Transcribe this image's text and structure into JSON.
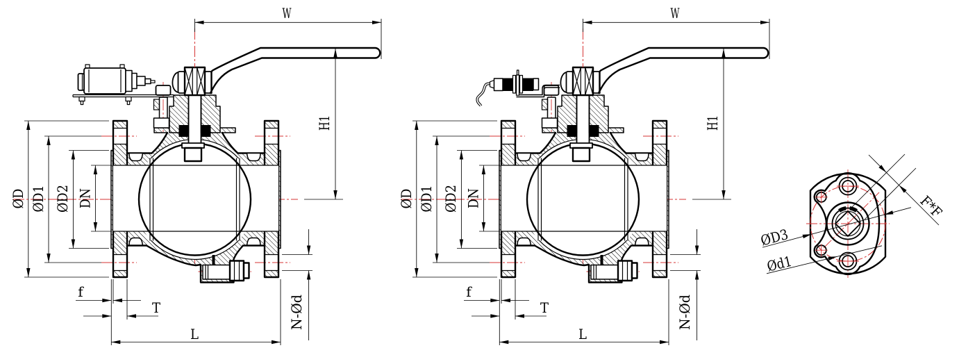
{
  "drawing": {
    "background": "#ffffff",
    "ink_color": "#000000",
    "centerline_color": "#d63333",
    "views": {
      "valve_left": {
        "description": "flanged ball valve side section with box limit switch",
        "labels": {
          "w": "W",
          "h1": "H1",
          "od": "ØD",
          "od1": "ØD1",
          "od2": "ØD2",
          "dn": "DN",
          "f": "f",
          "t": "T",
          "l": "L",
          "n_od": "N-Ød"
        }
      },
      "valve_right": {
        "description": "flanged ball valve side section with proximity sensor",
        "labels": {
          "w": "W",
          "h1": "H1",
          "od": "ØD",
          "od1": "ØD1",
          "od2": "ØD2",
          "dn": "DN",
          "f": "f",
          "t": "T",
          "l": "L",
          "n_od": "N-Ød"
        }
      },
      "flange_end": {
        "description": "mounting pad end view",
        "labels": {
          "od3": "ØD3",
          "od1": "Ød1",
          "ff": "F*F"
        }
      }
    }
  }
}
